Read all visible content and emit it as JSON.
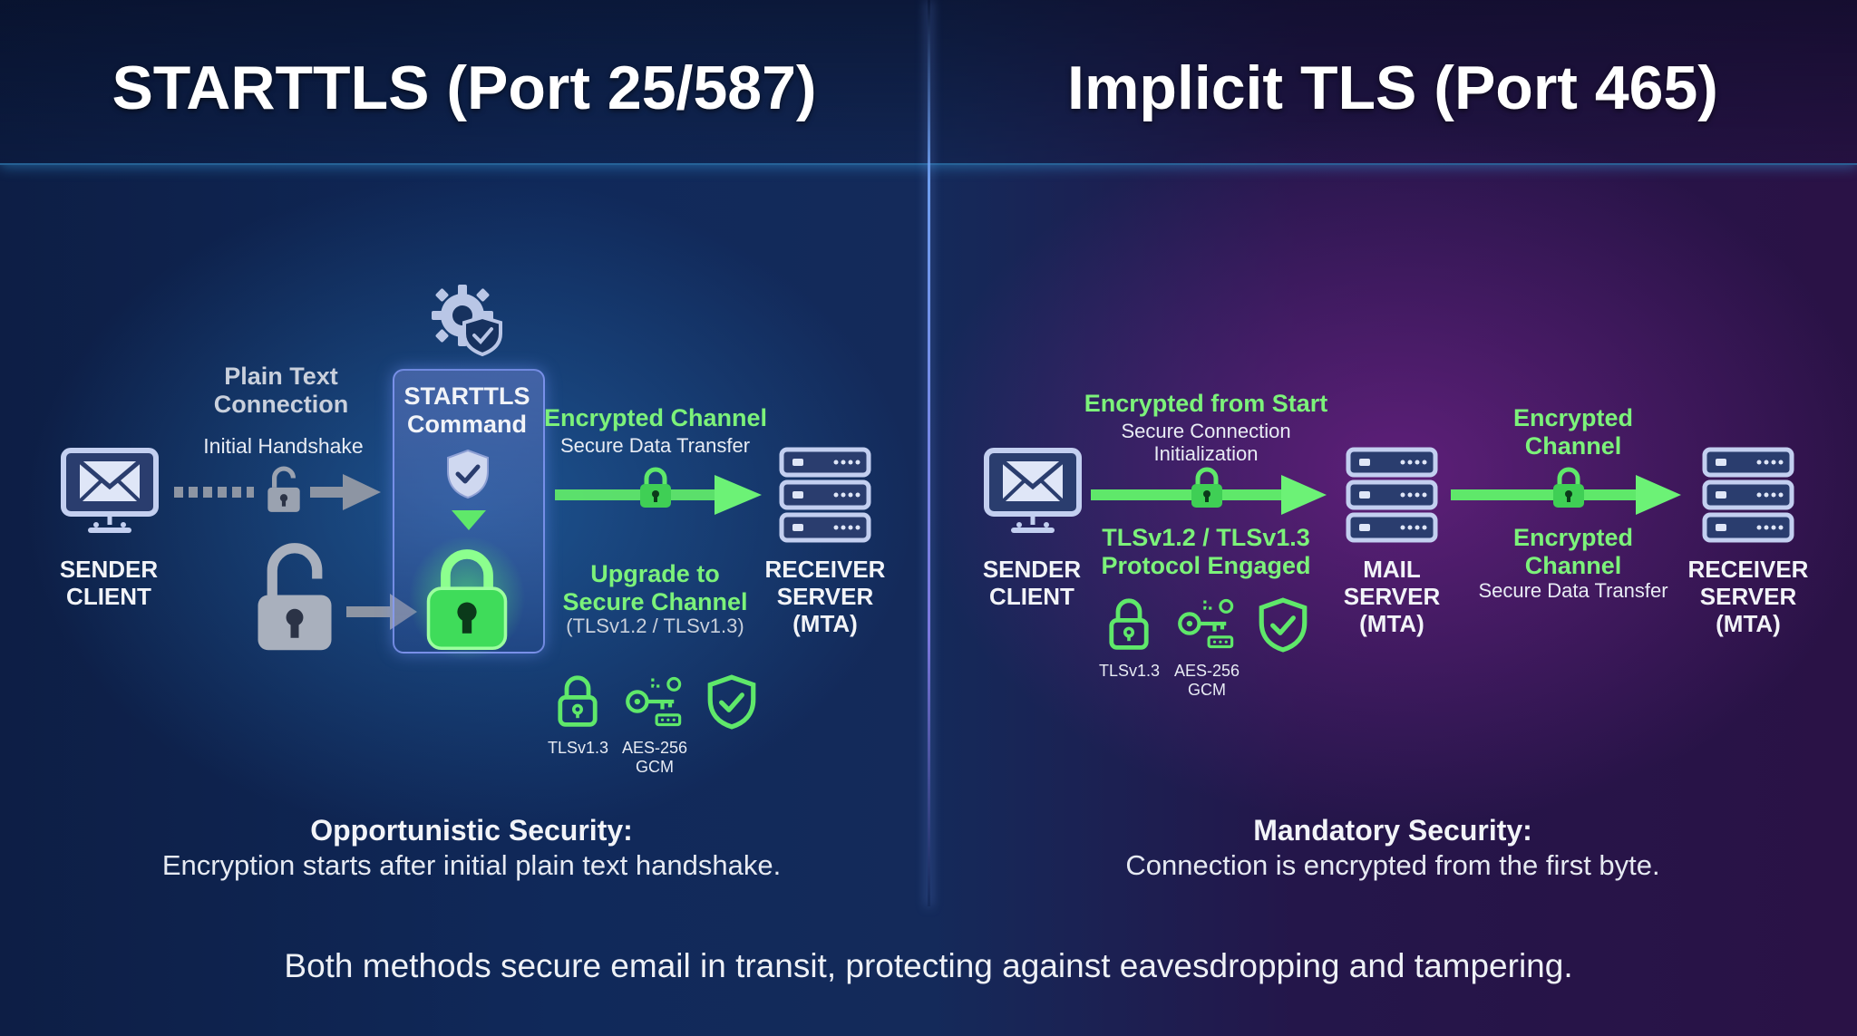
{
  "starttls": {
    "title": "STARTTLS (Port 25/587)",
    "plain_text": [
      "Plain Text",
      "Connection"
    ],
    "initial_handshake": "Initial Handshake",
    "command": [
      "STARTTLS",
      "Command"
    ],
    "encrypted_channel": "Encrypted Channel",
    "secure_data_transfer": "Secure Data Transfer",
    "upgrade": [
      "Upgrade to",
      "Secure Channel"
    ],
    "upgrade_versions": "(TLSv1.2 / TLSv1.3)",
    "sender": [
      "SENDER",
      "CLIENT"
    ],
    "receiver": [
      "RECEIVER",
      "SERVER",
      "(MTA)"
    ],
    "badge_tls": "TLSv1.3",
    "badge_aes": [
      "AES-256",
      "GCM"
    ],
    "summary_title": "Opportunistic Security:",
    "summary_text": "Encryption starts after initial plain text handshake."
  },
  "implicit": {
    "title": "Implicit TLS (Port 465)",
    "encrypted_from_start": "Encrypted from Start",
    "secure_init": [
      "Secure Connection",
      "Initialization"
    ],
    "protocol": [
      "TLSv1.2 / TLSv1.3",
      "Protocol Engaged"
    ],
    "encrypted_channel_top": [
      "Encrypted",
      "Channel"
    ],
    "encrypted_channel_bottom": [
      "Encrypted",
      "Channel"
    ],
    "secure_data_transfer": "Secure Data Transfer",
    "sender": [
      "SENDER",
      "CLIENT"
    ],
    "mail_server": [
      "MAIL",
      "SERVER",
      "(MTA)"
    ],
    "receiver": [
      "RECEIVER",
      "SERVER",
      "(MTA)"
    ],
    "badge_tls": "TLSv1.3",
    "badge_aes": [
      "AES-256",
      "GCM"
    ],
    "summary_title": "Mandatory Security:",
    "summary_text": "Connection is encrypted from the first byte."
  },
  "footer": "Both methods secure email in transit, protecting against eavesdropping and tampering.",
  "colors": {
    "green": "#7cf27a",
    "gray": "#c9d0dc",
    "icon_blue": "#b9c6e6"
  }
}
